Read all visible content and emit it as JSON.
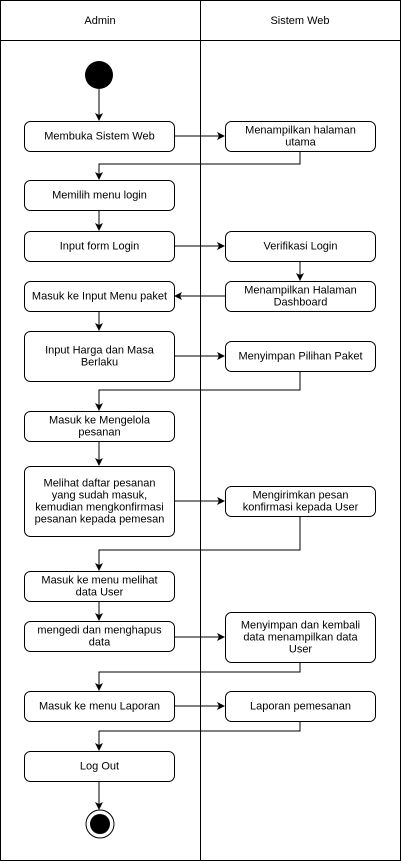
{
  "swimlanes": [
    {
      "id": "admin",
      "title": "Admin"
    },
    {
      "id": "sistem",
      "title": "Sistem Web"
    }
  ],
  "nodes": [
    {
      "id": "start",
      "kind": "start"
    },
    {
      "id": "n1",
      "kind": "action",
      "lane": "admin",
      "lines": [
        "Membuka Sistem Web"
      ]
    },
    {
      "id": "s1",
      "kind": "action",
      "lane": "sistem",
      "lines": [
        "Menampilkan halaman",
        "utama"
      ]
    },
    {
      "id": "n2",
      "kind": "action",
      "lane": "admin",
      "lines": [
        "Memilih menu login"
      ]
    },
    {
      "id": "n3",
      "kind": "action",
      "lane": "admin",
      "lines": [
        "Input form Login"
      ]
    },
    {
      "id": "s2",
      "kind": "action",
      "lane": "sistem",
      "lines": [
        "Verifikasi Login"
      ]
    },
    {
      "id": "s3",
      "kind": "action",
      "lane": "sistem",
      "lines": [
        "Menampilkan Halaman",
        "Dashboard"
      ]
    },
    {
      "id": "n4",
      "kind": "action",
      "lane": "admin",
      "lines": [
        "Masuk ke Input Menu paket"
      ]
    },
    {
      "id": "n5",
      "kind": "action",
      "lane": "admin",
      "lines": [
        "Input Harga dan Masa",
        "Berlaku"
      ]
    },
    {
      "id": "s4",
      "kind": "action",
      "lane": "sistem",
      "lines": [
        "Menyimpan Pilihan Paket"
      ]
    },
    {
      "id": "n6",
      "kind": "action",
      "lane": "admin",
      "lines": [
        "Masuk ke Mengelola",
        "pesanan"
      ]
    },
    {
      "id": "n7",
      "kind": "action",
      "lane": "admin",
      "lines": [
        "Melihat daftar pesanan",
        "yang sudah masuk,",
        "kemudian mengkonfirmasi",
        "pesanan kepada pemesan"
      ]
    },
    {
      "id": "s5",
      "kind": "action",
      "lane": "sistem",
      "lines": [
        "Mengirimkan pesan",
        "konfirmasi kepada User"
      ]
    },
    {
      "id": "n8",
      "kind": "action",
      "lane": "admin",
      "lines": [
        "Masuk ke menu melihat",
        "data User"
      ]
    },
    {
      "id": "n9",
      "kind": "action",
      "lane": "admin",
      "lines": [
        "mengedi dan menghapus",
        "data"
      ]
    },
    {
      "id": "s6",
      "kind": "action",
      "lane": "sistem",
      "lines": [
        "Menyimpan dan kembali",
        "data menampilkan data",
        "User"
      ]
    },
    {
      "id": "n10",
      "kind": "action",
      "lane": "admin",
      "lines": [
        "Masuk ke menu Laporan"
      ]
    },
    {
      "id": "s7",
      "kind": "action",
      "lane": "sistem",
      "lines": [
        "Laporan pemesanan"
      ]
    },
    {
      "id": "n11",
      "kind": "action",
      "lane": "admin",
      "lines": [
        "Log Out"
      ]
    },
    {
      "id": "end",
      "kind": "end"
    }
  ],
  "edges": [
    [
      "start",
      "n1"
    ],
    [
      "n1",
      "s1"
    ],
    [
      "s1",
      "n2"
    ],
    [
      "n2",
      "n3"
    ],
    [
      "n3",
      "s2"
    ],
    [
      "s2",
      "s3"
    ],
    [
      "s3",
      "n4"
    ],
    [
      "n4",
      "n5"
    ],
    [
      "n5",
      "s4"
    ],
    [
      "s4",
      "n6"
    ],
    [
      "n6",
      "n7"
    ],
    [
      "n7",
      "s5"
    ],
    [
      "s5",
      "n8"
    ],
    [
      "n8",
      "n9"
    ],
    [
      "n9",
      "s6"
    ],
    [
      "s6",
      "n10"
    ],
    [
      "n10",
      "s7"
    ],
    [
      "s7",
      "n11"
    ],
    [
      "n11",
      "end"
    ]
  ]
}
